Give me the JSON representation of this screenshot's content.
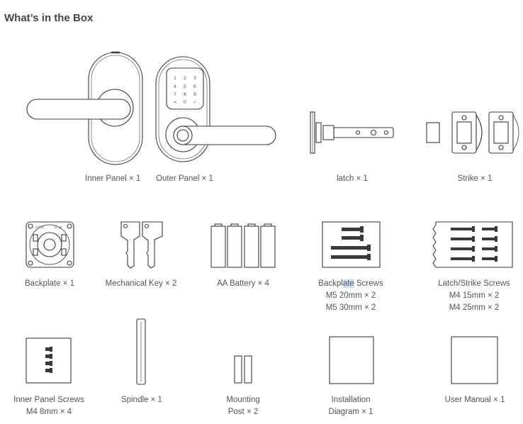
{
  "title": "What’s in the Box",
  "items": {
    "inner_panel": "Inner Panel × 1",
    "outer_panel": "Outer Panel × 1",
    "latch": "latch × 1",
    "strike": "Strike × 1",
    "backplate": "Backplate × 1",
    "mechanical_key": "Mechanical Key × 2",
    "aa_battery": "AA Battery × 4",
    "backplate_screws": {
      "name_pre": "Backpl",
      "name_highlight": "ate",
      "name_post": " Screws",
      "line2": "M5 20mm × 2",
      "line3": "M5 30mm × 2"
    },
    "latch_strike_screws": {
      "line1": "Latch/Strike Screws",
      "line2": "M4 15mm × 2",
      "line3": "M4 25mm × 2"
    },
    "inner_panel_screws": {
      "line1": "Inner Panel Screws",
      "line2": "M4 8mm × 4"
    },
    "spindle": "Spindle × 1",
    "mounting_post": {
      "line1": "Mounting",
      "line2": "Post × 2"
    },
    "installation_diagram": {
      "line1": "Installation",
      "line2": "Diagram × 1"
    },
    "user_manual": "User Manual × 1"
  },
  "keypad_digits": [
    "1",
    "2",
    "3",
    "4",
    "5",
    "6",
    "7",
    "8",
    "9",
    "<",
    "0",
    "✓"
  ],
  "backplate_tag": "LOCK",
  "backplate_arrow": "UP ▲"
}
